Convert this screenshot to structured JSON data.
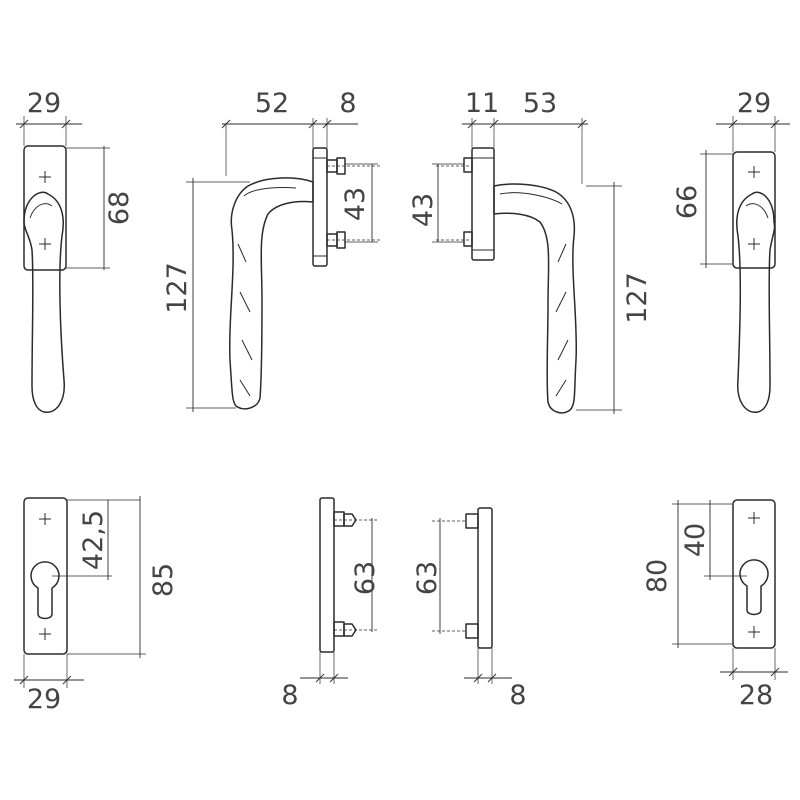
{
  "colors": {
    "line": "#2b2b2b",
    "text": "#444444",
    "background": "#ffffff"
  },
  "dimensions": {
    "v1_width": "29",
    "v1_spacing": "68",
    "v2_length": "52",
    "v2_rose": "8",
    "v2_spacing": "43",
    "v2_height": "127",
    "v3_rose": "11",
    "v3_length": "53",
    "v3_spacing": "43",
    "v3_height": "127",
    "v4_width": "29",
    "v4_spacing": "66",
    "p1_center": "42,5",
    "p1_height": "85",
    "p1_width": "29",
    "p2_spacing": "63",
    "p2_thickness": "8",
    "p3_spacing": "63",
    "p3_thickness": "8",
    "p4_height": "80",
    "p4_center": "40",
    "p4_width": "28"
  }
}
